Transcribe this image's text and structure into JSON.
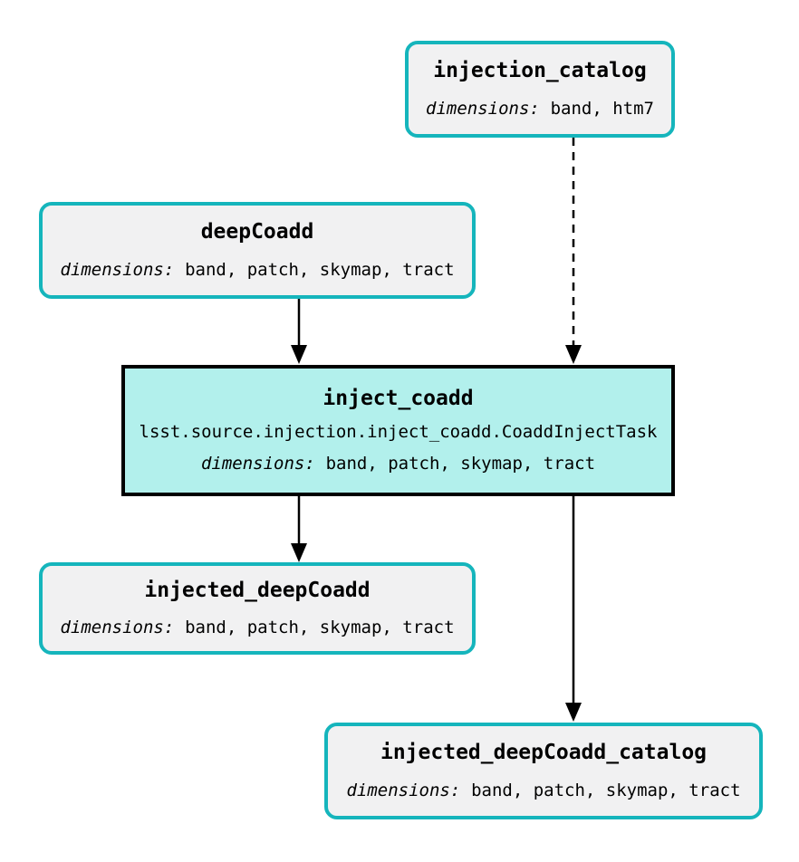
{
  "diagram": {
    "background": "#ffffff",
    "colors": {
      "dataset_border": "#15b5bc",
      "dataset_fill": "#f1f1f2",
      "task_border": "#000000",
      "task_fill": "#b2f0ec",
      "edge": "#000000",
      "text": "#000000"
    },
    "nodes": {
      "injection_catalog": {
        "type": "dataset",
        "title": "injection_catalog",
        "dimensions_label": "dimensions:",
        "dimensions": "band, htm7"
      },
      "deepCoadd": {
        "type": "dataset",
        "title": "deepCoadd",
        "dimensions_label": "dimensions:",
        "dimensions": "band, patch, skymap, tract"
      },
      "inject_coadd": {
        "type": "task",
        "title": "inject_coadd",
        "task_class": "lsst.source.injection.inject_coadd.CoaddInjectTask",
        "dimensions_label": "dimensions:",
        "dimensions": "band, patch, skymap, tract"
      },
      "injected_deepCoadd": {
        "type": "dataset",
        "title": "injected_deepCoadd",
        "dimensions_label": "dimensions:",
        "dimensions": "band, patch, skymap, tract"
      },
      "injected_deepCoadd_catalog": {
        "type": "dataset",
        "title": "injected_deepCoadd_catalog",
        "dimensions_label": "dimensions:",
        "dimensions": "band, patch, skymap, tract"
      }
    },
    "edges": [
      {
        "from": "injection_catalog",
        "to": "inject_coadd",
        "style": "dashed"
      },
      {
        "from": "deepCoadd",
        "to": "inject_coadd",
        "style": "solid"
      },
      {
        "from": "inject_coadd",
        "to": "injected_deepCoadd",
        "style": "solid"
      },
      {
        "from": "inject_coadd",
        "to": "injected_deepCoadd_catalog",
        "style": "solid"
      }
    ]
  }
}
